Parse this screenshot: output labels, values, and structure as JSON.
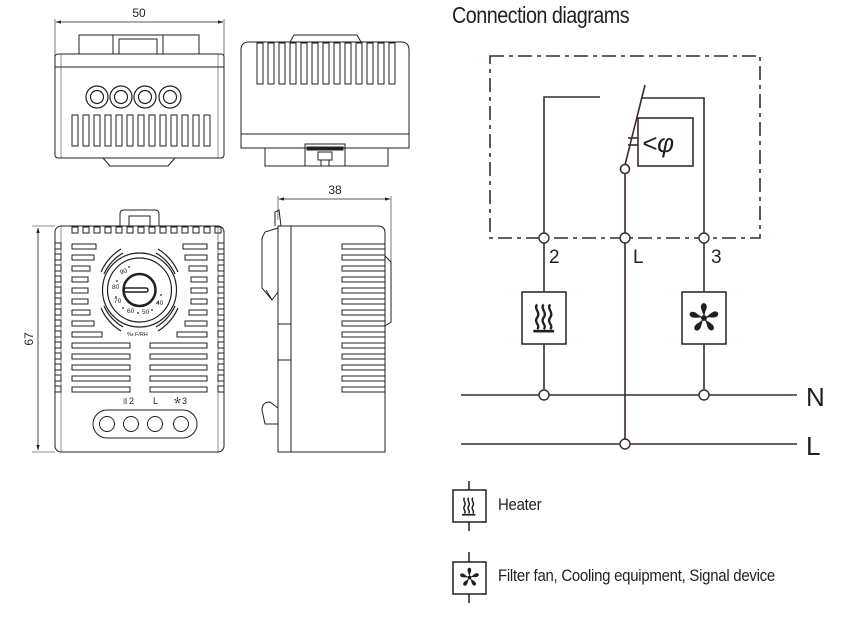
{
  "drawings": {
    "top_view": {
      "dimension_label": "50"
    },
    "side_view": {
      "dimension_label": "38"
    },
    "front_view": {
      "height_dimension_label": "67",
      "dial": {
        "scale_labels": [
          "90",
          "80",
          "70",
          "60",
          "50",
          "40"
        ],
        "unit_label": "%r.F/RH"
      },
      "terminal_labels": [
        "2",
        "L",
        "3"
      ],
      "terminal_icons": [
        "heater-icon",
        "fan-icon",
        null
      ]
    }
  },
  "connection_diagram": {
    "title": "Connection diagrams",
    "terminals": [
      "2",
      "L",
      "3"
    ],
    "sensor_symbol": "<φ",
    "loads": [
      {
        "terminal": "2",
        "icon": "heater-icon"
      },
      {
        "terminal": "3",
        "icon": "fan-icon"
      }
    ],
    "bus_labels": [
      "N",
      "L"
    ],
    "line_color": "#3a2b28"
  },
  "legend": [
    {
      "icon": "heater-icon",
      "label": "Heater"
    },
    {
      "icon": "fan-icon",
      "label": "Filter fan, Cooling equipment, Signal device"
    }
  ]
}
